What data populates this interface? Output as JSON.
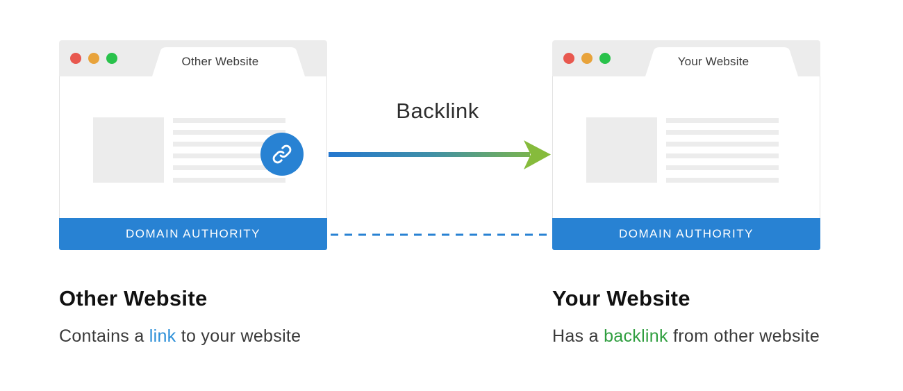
{
  "windows": {
    "other": {
      "tab_title": "Other Website",
      "footer_label": "DOMAIN AUTHORITY"
    },
    "yours": {
      "tab_title": "Your Website",
      "footer_label": "DOMAIN AUTHORITY"
    }
  },
  "arrow": {
    "label": "Backlink"
  },
  "captions": {
    "other": {
      "title": "Other Website",
      "text_before": "Contains a ",
      "highlight": "link",
      "text_after": " to your website"
    },
    "yours": {
      "title": "Your Website",
      "text_before": "Has a ",
      "highlight": "backlink",
      "text_after": " from other website"
    }
  },
  "colors": {
    "primary_blue": "#2882d3",
    "arrow_green": "#86bb3c",
    "link_text_blue": "#2c8fd8",
    "backlink_text_green": "#2f9e3f",
    "window_dot_red": "#e8584f",
    "window_dot_yellow": "#e8a33b",
    "window_dot_green": "#29c24b"
  },
  "icons": {
    "link_badge": "chain-link-icon"
  }
}
